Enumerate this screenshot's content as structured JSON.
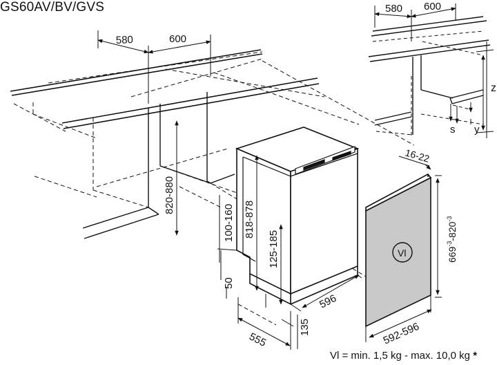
{
  "title": "GS60AV/BV/GVS",
  "main": {
    "depth_dim": "580",
    "width_dim": "600",
    "niche_height": "820-880",
    "appliance_height": "818-878",
    "plinth_height": "100-160",
    "kick_offset": "50",
    "foot_height": "125-185",
    "appliance_width": "596",
    "appliance_depth": "555",
    "toe_recess": "135"
  },
  "inset": {
    "depth_dim": "580",
    "width_dim": "600",
    "z_label": "z",
    "s_label": "s",
    "y_label": "y"
  },
  "panel": {
    "thickness": "16-22",
    "height": "669",
    "height_tol": "-3",
    "height_sep": "-820",
    "height_tol2": "-3",
    "width": "592-596",
    "badge": "Vl"
  },
  "footnote": {
    "text": "Vl = min. 1,5 kg - max. 10,0 kg",
    "marker": "*"
  }
}
